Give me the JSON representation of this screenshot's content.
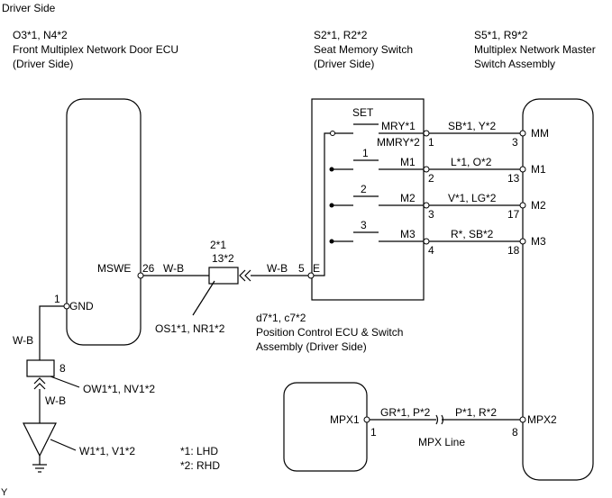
{
  "header": {
    "title": "Driver Side"
  },
  "components": {
    "door_ecu": {
      "code": "O3*1, N4*2",
      "name1": "Front Multiplex Network Door ECU",
      "name2": "(Driver Side)"
    },
    "seat_switch": {
      "code": "S2*1, R2*2",
      "name1": "Seat Memory Switch",
      "name2": "(Driver Side)"
    },
    "master_switch": {
      "code": "S5*1, R9*2",
      "name1": "Multiplex Network Master",
      "name2": "Switch Assembly"
    },
    "position_ecu": {
      "code": "d7*1, c7*2",
      "name1": "Position Control ECU & Switch",
      "name2": "Assembly (Driver Side)"
    },
    "connector_2": {
      "code1": "2*1",
      "code2": "13*2",
      "name": "OS1*1, NR1*2"
    },
    "connector_ow": {
      "name": "OW1*1, NV1*2"
    },
    "ground": {
      "name": "W1*1, V1*2"
    }
  },
  "pins": {
    "mswe": "MSWE",
    "mswe_num": "26",
    "gnd": "GND",
    "gnd_num": "1",
    "e": "E",
    "e_num": "5",
    "set": "SET",
    "mry": "MRY*1",
    "mmry": "MMRY*2",
    "p1": "1",
    "m1": "M1",
    "p2": "2",
    "m2": "M2",
    "p3": "3",
    "m3": "M3",
    "p4": "4",
    "sw1": "1",
    "sw2": "2",
    "sw3": "3",
    "mm": "MM",
    "mm_num": "3",
    "mm1": "M1",
    "mm1_num": "13",
    "mm2": "M2",
    "mm2_num": "17",
    "mm3": "M3",
    "mm3_num": "18",
    "mpx1": "MPX1",
    "mpx1_num": "1",
    "mpx2": "MPX2",
    "mpx2_num": "8",
    "ow_num": "8"
  },
  "wires": {
    "wb1": "W-B",
    "wb2": "W-B",
    "wb3": "W-B",
    "wb4": "W-B",
    "mm": "SB*1, Y*2",
    "m1": "L*1, O*2",
    "m2": "V*1, LG*2",
    "m3": "R*, SB*2",
    "mpx_left": "GR*1, P*2",
    "mpx_right": "P*1, R*2",
    "mpx_line": "MPX Line"
  },
  "legend": {
    "l1": "*1: LHD",
    "l2": "*2: RHD"
  },
  "corner": "Y"
}
